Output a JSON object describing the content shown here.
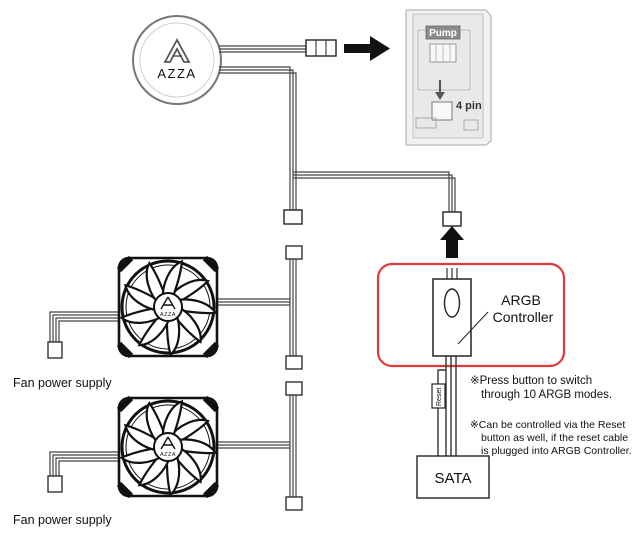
{
  "pump": {
    "brand": "AZZA",
    "header_label": "Pump",
    "pin_label": "4 pin"
  },
  "controller": {
    "title": "ARGB",
    "subtitle": "Controller",
    "highlight_color": "#e03a3e"
  },
  "cable": {
    "reset_label": "Reset",
    "sata_label": "SATA"
  },
  "notes": {
    "note1_line1": "※Press button to switch",
    "note1_line2": "through 10 ARGB modes.",
    "note2_line1": "※Can be controlled via the Reset",
    "note2_line2": "button as well, if the reset cable",
    "note2_line3": "is plugged into ARGB Controller."
  },
  "fans": [
    {
      "brand": "AZZA",
      "power_label": "Fan power supply"
    },
    {
      "brand": "AZZA",
      "power_label": "Fan power supply"
    }
  ],
  "icons": [
    "azza-logo-icon",
    "arrow-right-icon",
    "arrow-up-icon",
    "fan-icon",
    "connector-icon"
  ]
}
